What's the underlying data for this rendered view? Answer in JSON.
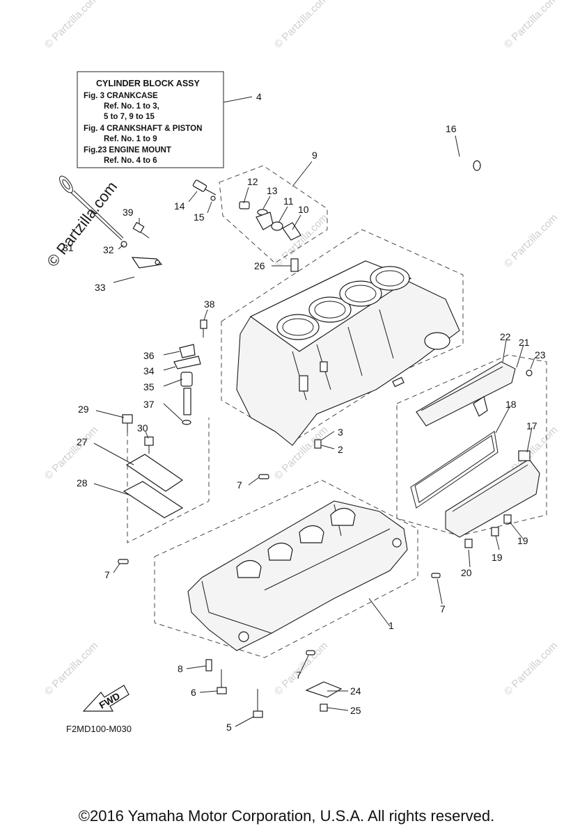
{
  "info_box": {
    "title": "CYLINDER BLOCK ASSY",
    "lines": [
      "Fig.  3 CRANKCASE",
      "Ref. No. 1 to 3,",
      "5 to 7, 9 to 15",
      "Fig.  4 CRANKSHAFT & PISTON",
      "Ref. No. 1 to 9",
      "Fig.23 ENGINE MOUNT",
      "Ref. No. 4 to 6"
    ]
  },
  "callouts": {
    "c1": "1",
    "c2": "2",
    "c3": "3",
    "c4": "4",
    "c5": "5",
    "c6": "6",
    "c7a": "7",
    "c7b": "7",
    "c7c": "7",
    "c7d": "7",
    "c8": "8",
    "c9": "9",
    "c10": "10",
    "c11": "11",
    "c12": "12",
    "c13": "13",
    "c14": "14",
    "c15": "15",
    "c16": "16",
    "c17": "17",
    "c18": "18",
    "c19a": "19",
    "c19b": "19",
    "c20": "20",
    "c21": "21",
    "c22": "22",
    "c23": "23",
    "c24": "24",
    "c25": "25",
    "c26": "26",
    "c27": "27",
    "c28": "28",
    "c29": "29",
    "c30": "30",
    "c31": "31",
    "c32": "32",
    "c33": "33",
    "c34": "34",
    "c35": "35",
    "c36": "36",
    "c37": "37",
    "c38": "38",
    "c39": "39"
  },
  "fwd_label": "FWD",
  "diagram_code": "F2MD100-M030",
  "watermark": "© Partzilla.com",
  "copyright": "©2016  Yamaha Motor Corporation, U.S.A. All rights reserved."
}
